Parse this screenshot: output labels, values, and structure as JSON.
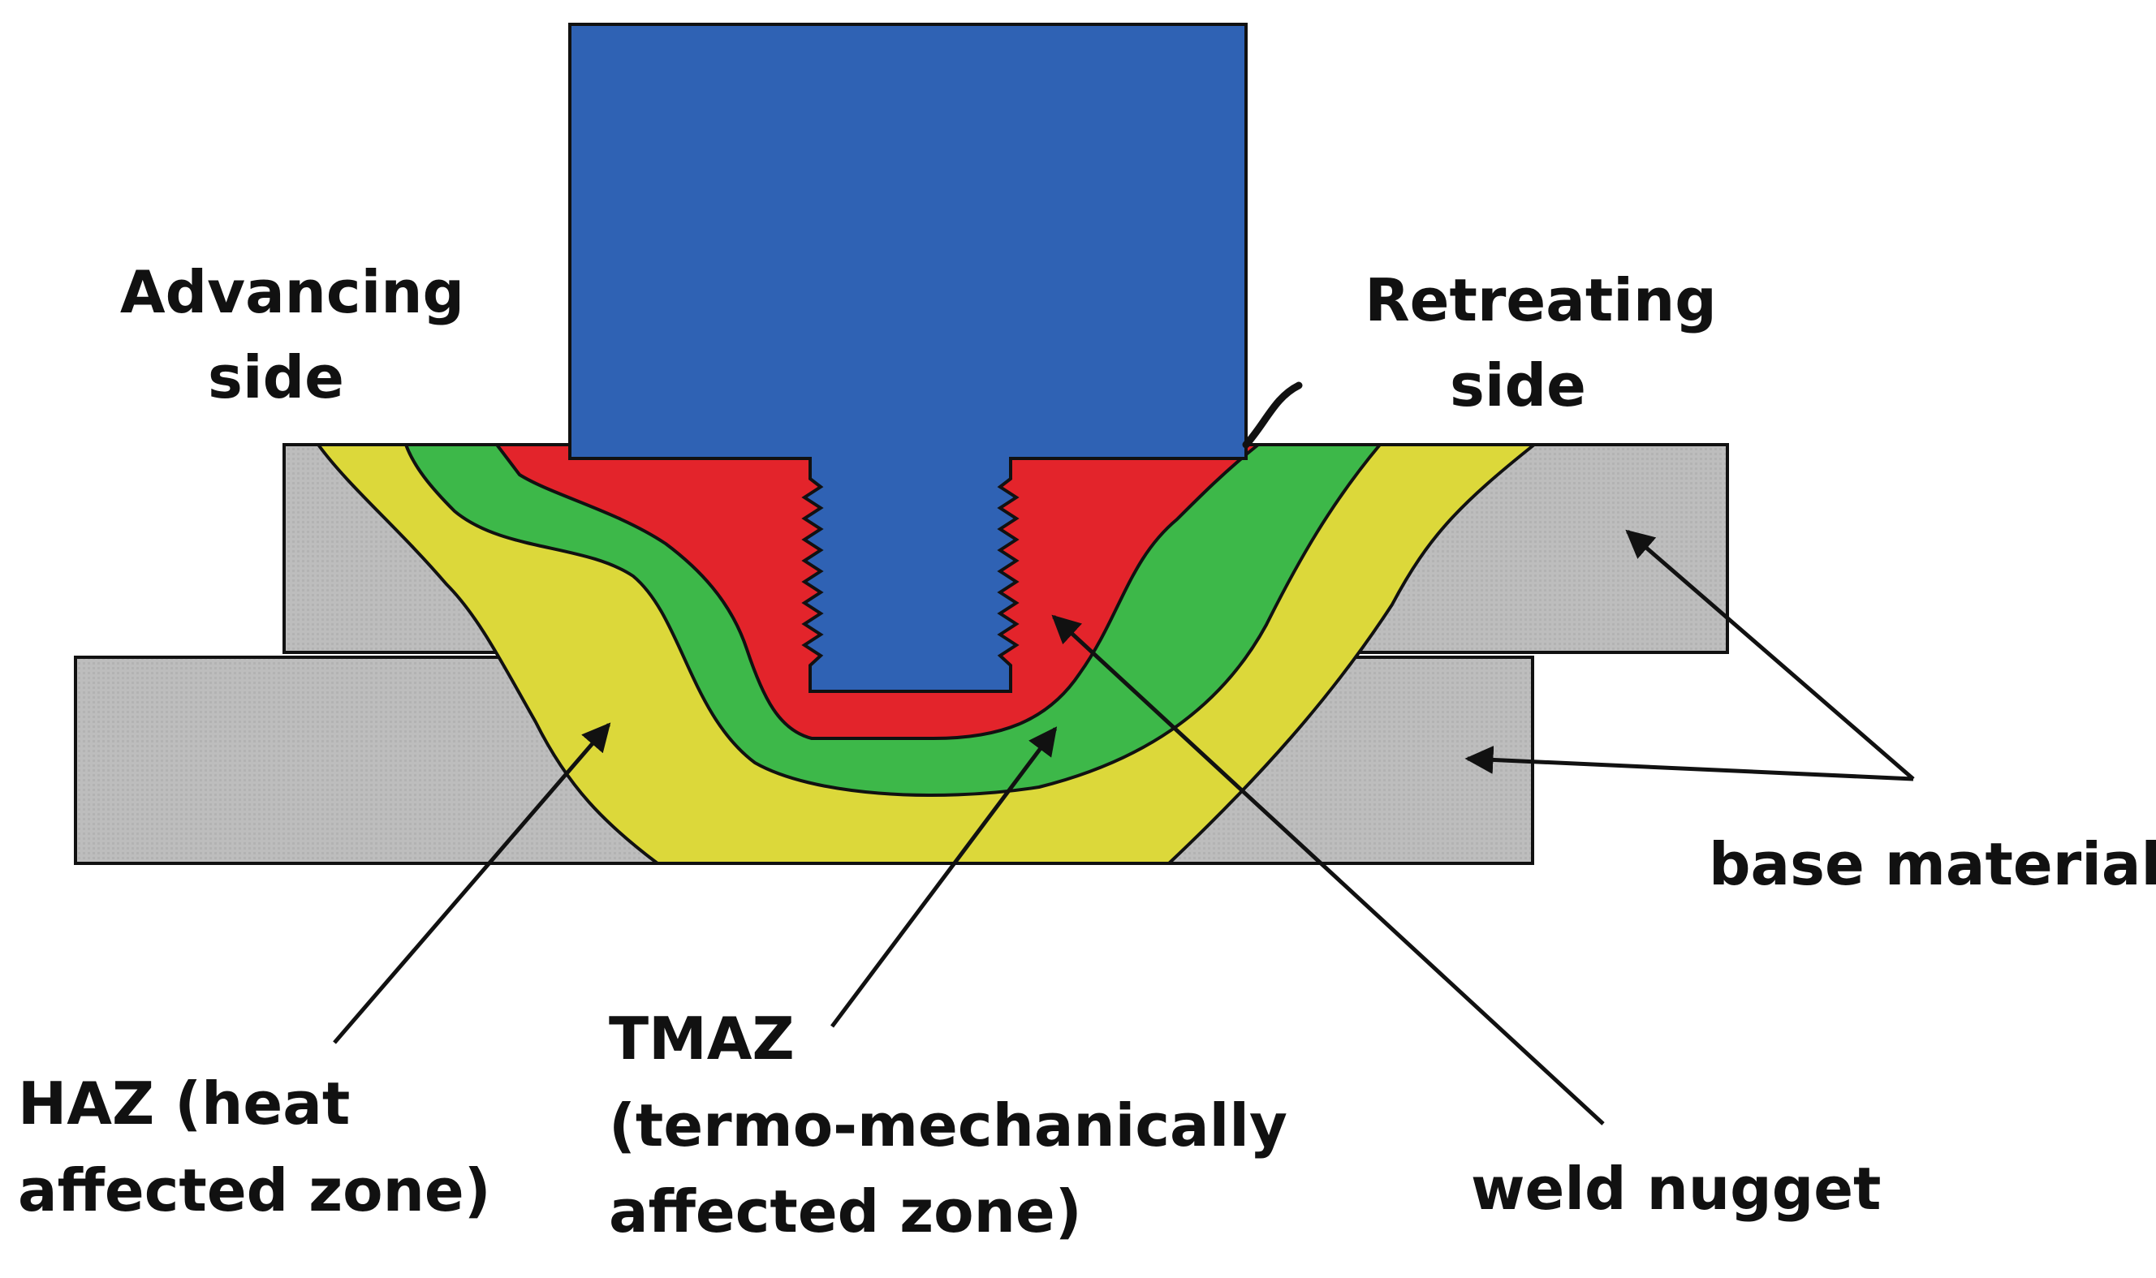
{
  "labels": {
    "advancing_line1": "Advancing",
    "advancing_line2": "side",
    "retreating_line1": "Retreating",
    "retreating_line2": "side",
    "base_material": "base material",
    "haz_line1": "HAZ (heat",
    "haz_line2": "affected zone)",
    "tmaz_line1": "TMAZ",
    "tmaz_line2": "(termo-mechanically",
    "tmaz_line3": "affected zone)",
    "weld_nugget": "weld nugget"
  },
  "colors": {
    "tool": "#2F62B4",
    "base_material": "#BDBDBD",
    "haz": "#DCD83A",
    "tmaz": "#3DB849",
    "weld_nugget": "#E3242B",
    "outline": "#111111",
    "arrows": "#111111"
  }
}
